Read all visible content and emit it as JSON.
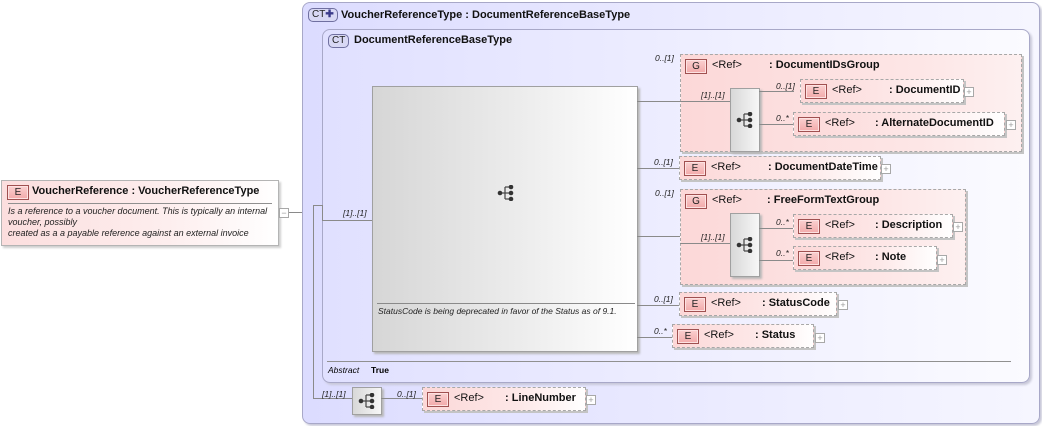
{
  "root": {
    "badge": "E",
    "title": "VoucherReference : VoucherReferenceType",
    "documentation": [
      "Is a reference to a voucher document. This is typically an internal",
      "voucher, possibly",
      "created as a a payable reference against an external invoice"
    ],
    "collapse_symbol": "−"
  },
  "complex_type": {
    "badge": "CT",
    "title": "VoucherReferenceType : DocumentReferenceBaseType",
    "base": {
      "badge": "CT",
      "title": "DocumentReferenceBaseType",
      "sequence_cardinality": "[1]..[1]",
      "sequence_annotation": "StatusCode is being deprecated in favor of the Status as of 9.1.",
      "abstract_label": "Abstract",
      "abstract_value": "True",
      "children": [
        {
          "kind": "group",
          "badge": "G",
          "ref": "<Ref>",
          "name": ": DocumentIDsGroup",
          "cardinality": "0..[1]",
          "sequence_cardinality": "[1]..[1]",
          "children": [
            {
              "badge": "E",
              "ref": "<Ref>",
              "name": ": DocumentID",
              "cardinality": "0..[1]"
            },
            {
              "badge": "E",
              "ref": "<Ref>",
              "name": ": AlternateDocumentID",
              "cardinality": "0..*"
            }
          ]
        },
        {
          "kind": "element",
          "badge": "E",
          "ref": "<Ref>",
          "name": ": DocumentDateTime",
          "cardinality": "0..[1]"
        },
        {
          "kind": "group",
          "badge": "G",
          "ref": "<Ref>",
          "name": ": FreeFormTextGroup",
          "cardinality": "0..[1]",
          "sequence_cardinality": "[1]..[1]",
          "children": [
            {
              "badge": "E",
              "ref": "<Ref>",
              "name": ": Description",
              "cardinality": "0..*"
            },
            {
              "badge": "E",
              "ref": "<Ref>",
              "name": ": Note",
              "cardinality": "0..*"
            }
          ]
        },
        {
          "kind": "element",
          "badge": "E",
          "ref": "<Ref>",
          "name": ": StatusCode",
          "cardinality": "0..[1]"
        },
        {
          "kind": "element",
          "badge": "E",
          "ref": "<Ref>",
          "name": ": Status",
          "cardinality": "0..*"
        }
      ]
    },
    "extension": {
      "sequence_cardinality": "[1]..[1]",
      "children": [
        {
          "badge": "E",
          "ref": "<Ref>",
          "name": ": LineNumber",
          "cardinality": "0..[1]"
        }
      ]
    }
  },
  "icons": {
    "expand": "+",
    "sequence": "sequence-icon"
  },
  "colors": {
    "element_fill": "#fcd8d8",
    "complex_type_fill": "#e0e0ff",
    "sequence_fill": "#e6e6e6",
    "border": "#a8a8a8"
  }
}
